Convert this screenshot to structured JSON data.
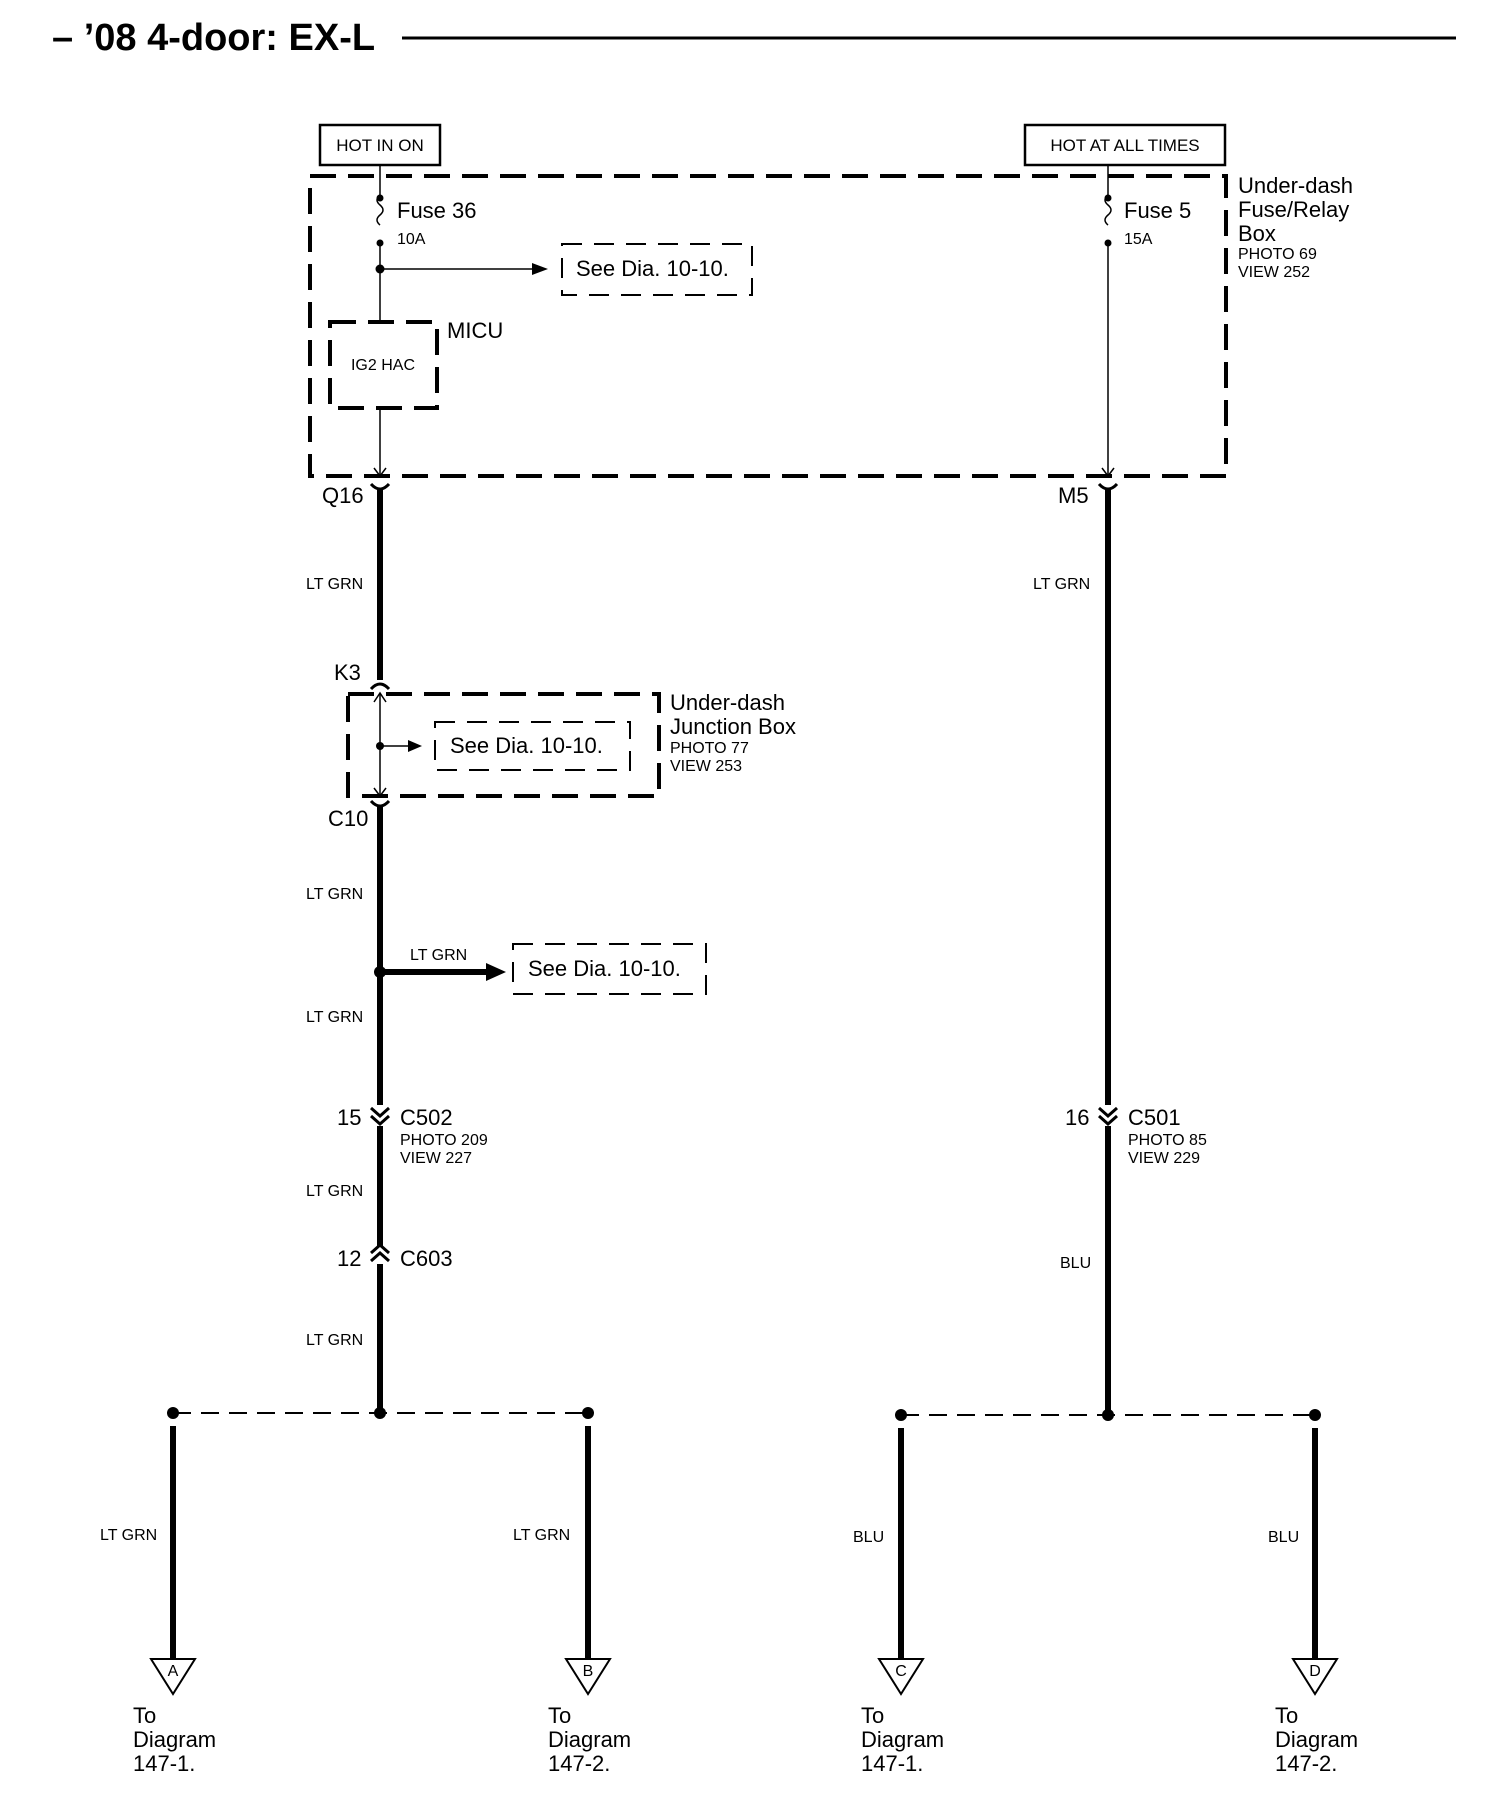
{
  "title": "– ’08 4-door: EX-L",
  "power": {
    "left": "HOT IN ON",
    "right": "HOT AT ALL TIMES"
  },
  "fuse_relay_box": {
    "name_line1": "Under-dash",
    "name_line2": "Fuse/Relay",
    "name_line3": "Box",
    "photo": "PHOTO 69",
    "view": "VIEW 252"
  },
  "fuses": [
    {
      "name": "Fuse 36",
      "rating": "10A"
    },
    {
      "name": "Fuse 5",
      "rating": "15A"
    }
  ],
  "micu": {
    "label": "MICU",
    "inner": "IG2 HAC"
  },
  "see_refs": [
    "See Dia. 10-10.",
    "See Dia.  10-10.",
    "See Dia. 10-10."
  ],
  "connectors": {
    "q16": "Q16",
    "m5": "M5",
    "k3": "K3",
    "c10": "C10",
    "c502": {
      "pin": "15",
      "name": "C502",
      "photo": "PHOTO 209",
      "view": "VIEW 227"
    },
    "c501": {
      "pin": "16",
      "name": "C501",
      "photo": "PHOTO 85",
      "view": "VIEW 229"
    },
    "c603": {
      "pin": "12",
      "name": "C603"
    }
  },
  "junction_box": {
    "name_line1": "Under-dash",
    "name_line2": "Junction Box",
    "photo": "PHOTO 77",
    "view": "VIEW 253"
  },
  "wires": {
    "lt_grn": "LT GRN",
    "blu": "BLU"
  },
  "outputs": [
    {
      "letter": "A",
      "line1": "To",
      "line2": "Diagram",
      "line3": "147-1."
    },
    {
      "letter": "B",
      "line1": "To",
      "line2": "Diagram",
      "line3": "147-2."
    },
    {
      "letter": "C",
      "line1": "To",
      "line2": "Diagram",
      "line3": "147-1."
    },
    {
      "letter": "D",
      "line1": "To",
      "line2": "Diagram",
      "line3": "147-2."
    }
  ]
}
